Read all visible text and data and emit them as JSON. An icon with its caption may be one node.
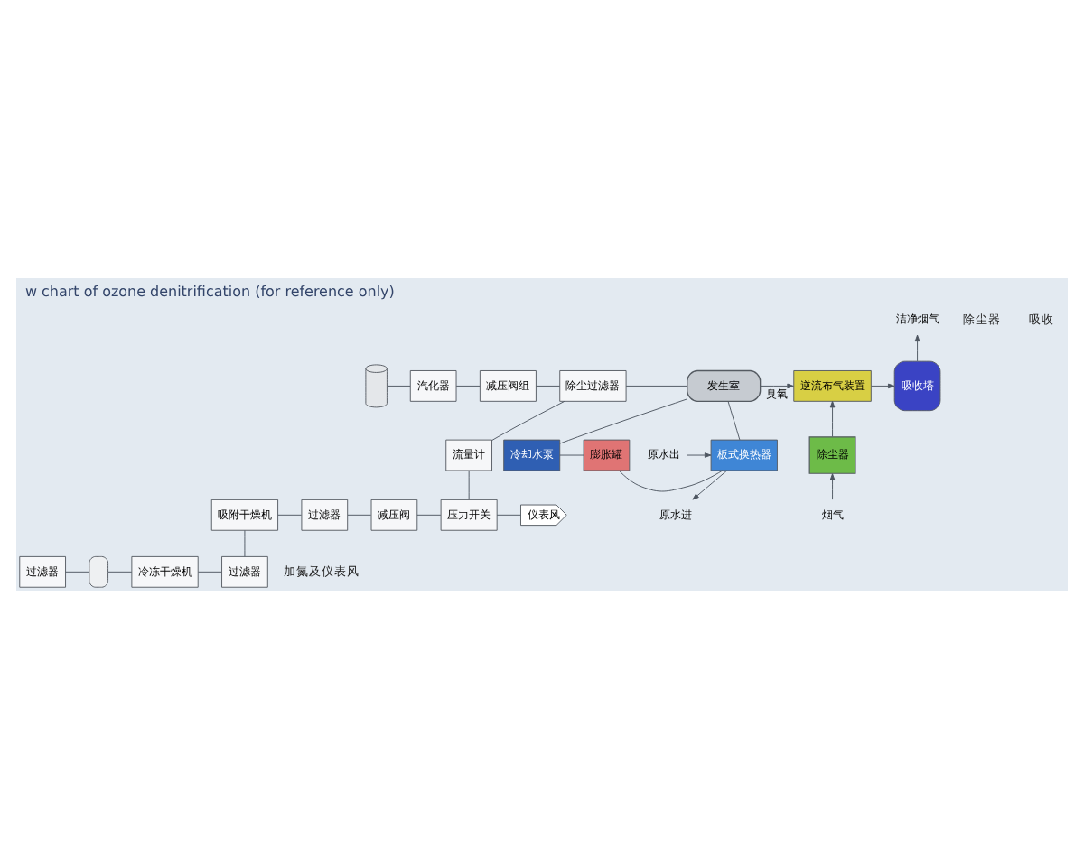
{
  "diagram": {
    "title": "w chart of ozone denitrification (for reference only)",
    "nodes": [
      {
        "text": [],
        "shape": "cylinder"
      },
      {
        "text": [
          "汽化器"
        ]
      },
      {
        "text": [
          "减压阀组"
        ]
      },
      {
        "text": [
          "除尘过滤器"
        ]
      },
      {
        "text": [
          "发生室"
        ]
      },
      {
        "text": [
          "逆流布气装置"
        ]
      },
      {
        "text": [
          "除尘器"
        ]
      },
      {
        "text": [
          "吸收塔"
        ]
      },
      {
        "text": [
          "洁净烟气"
        ]
      },
      {
        "text": [
          "烟气"
        ]
      },
      {
        "text": [
          "冷却水泵"
        ]
      },
      {
        "text": [
          "膨胀罐"
        ]
      },
      {
        "text": [
          "板式换热器"
        ]
      },
      {
        "text": [
          "原水出"
        ]
      },
      {
        "text": [
          "原水进"
        ]
      },
      {
        "text": [
          "流量计"
        ]
      },
      {
        "text": [
          "过滤器"
        ]
      },
      {
        "text": [],
        "shape": "box"
      },
      {
        "text": [
          "冷冻干燥机"
        ]
      },
      {
        "text": [
          "过滤器"
        ]
      },
      {
        "text": [
          "吸附干燥机"
        ]
      },
      {
        "text": [
          "过滤器"
        ]
      },
      {
        "text": [
          "减压阀"
        ]
      },
      {
        "text": [
          "压力开关"
        ]
      },
      {
        "text": [
          "仪表风"
        ]
      }
    ],
    "edges": [
      {
        "from": 0,
        "to": 1,
        "arrow": "none"
      },
      {
        "from": 1,
        "to": 2,
        "arrow": "none"
      },
      {
        "from": 2,
        "to": 3,
        "arrow": "none"
      },
      {
        "from": 3,
        "to": 4,
        "arrow": "none"
      },
      {
        "from": 4,
        "to": 5,
        "label": "臭氧",
        "arrow": "to"
      },
      {
        "from": 9,
        "to": 6,
        "arrow": "to"
      },
      {
        "from": 6,
        "to": 5,
        "arrow": "to"
      },
      {
        "from": 5,
        "to": 7,
        "arrow": "to"
      },
      {
        "from": 7,
        "to": 8,
        "arrow": "to"
      },
      {
        "from": 4,
        "to": 10,
        "arrow": "none"
      },
      {
        "from": 10,
        "to": 11,
        "arrow": "none"
      },
      {
        "from": 11,
        "to": 12,
        "arrow": "none"
      },
      {
        "from": 12,
        "to": 4,
        "arrow": "none"
      },
      {
        "from": 13,
        "to": 12,
        "arrow": "to"
      },
      {
        "from": 12,
        "to": 14,
        "arrow": "to"
      },
      {
        "from": 16,
        "to": 17,
        "arrow": "none"
      },
      {
        "from": 17,
        "to": 18,
        "arrow": "none"
      },
      {
        "from": 18,
        "to": 19,
        "arrow": "none"
      },
      {
        "from": 19,
        "to": 20,
        "arrow": "none"
      },
      {
        "from": 20,
        "to": 21,
        "arrow": "none"
      },
      {
        "from": 21,
        "to": 22,
        "arrow": "none"
      },
      {
        "from": 22,
        "to": 23,
        "arrow": "none"
      },
      {
        "from": 23,
        "to": 15,
        "arrow": "none"
      },
      {
        "from": 15,
        "to": 3,
        "arrow": "none"
      },
      {
        "from": 23,
        "to": 24,
        "arrow": "none"
      }
    ],
    "labels": [
      "除尘器",
      "吸收",
      "加氮及仪表风"
    ]
  }
}
